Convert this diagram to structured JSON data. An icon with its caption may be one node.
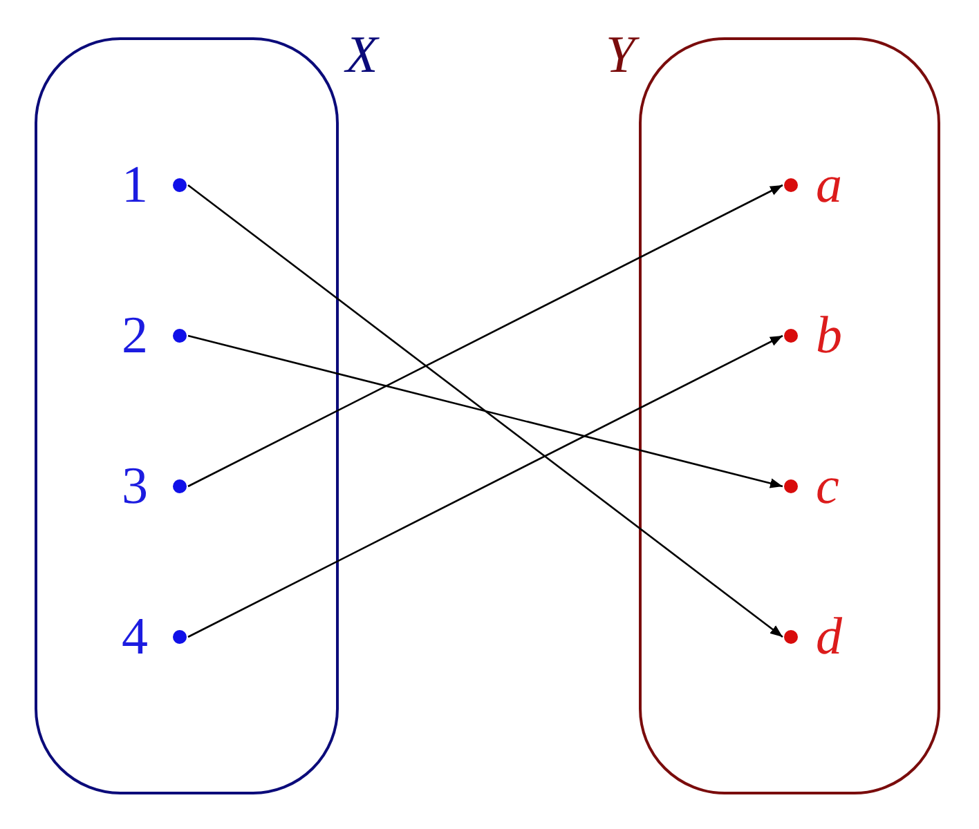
{
  "diagram": {
    "nodes": [
      {
        "text": [
          "X"
        ]
      },
      {
        "text": [
          "1"
        ],
        "in": 0
      },
      {
        "text": [
          "2"
        ],
        "in": 0
      },
      {
        "text": [
          "3"
        ],
        "in": 0
      },
      {
        "text": [
          "4"
        ],
        "in": 0
      },
      {
        "text": [
          "Y"
        ]
      },
      {
        "text": [
          "a"
        ],
        "in": 5
      },
      {
        "text": [
          "b"
        ],
        "in": 5
      },
      {
        "text": [
          "c"
        ],
        "in": 5
      },
      {
        "text": [
          "d"
        ],
        "in": 5
      }
    ],
    "edges": [
      {
        "from": 1,
        "to": 9,
        "arrow": "to"
      },
      {
        "from": 2,
        "to": 8,
        "arrow": "to"
      },
      {
        "from": 3,
        "to": 6,
        "arrow": "to"
      },
      {
        "from": 4,
        "to": 7,
        "arrow": "to"
      }
    ]
  }
}
